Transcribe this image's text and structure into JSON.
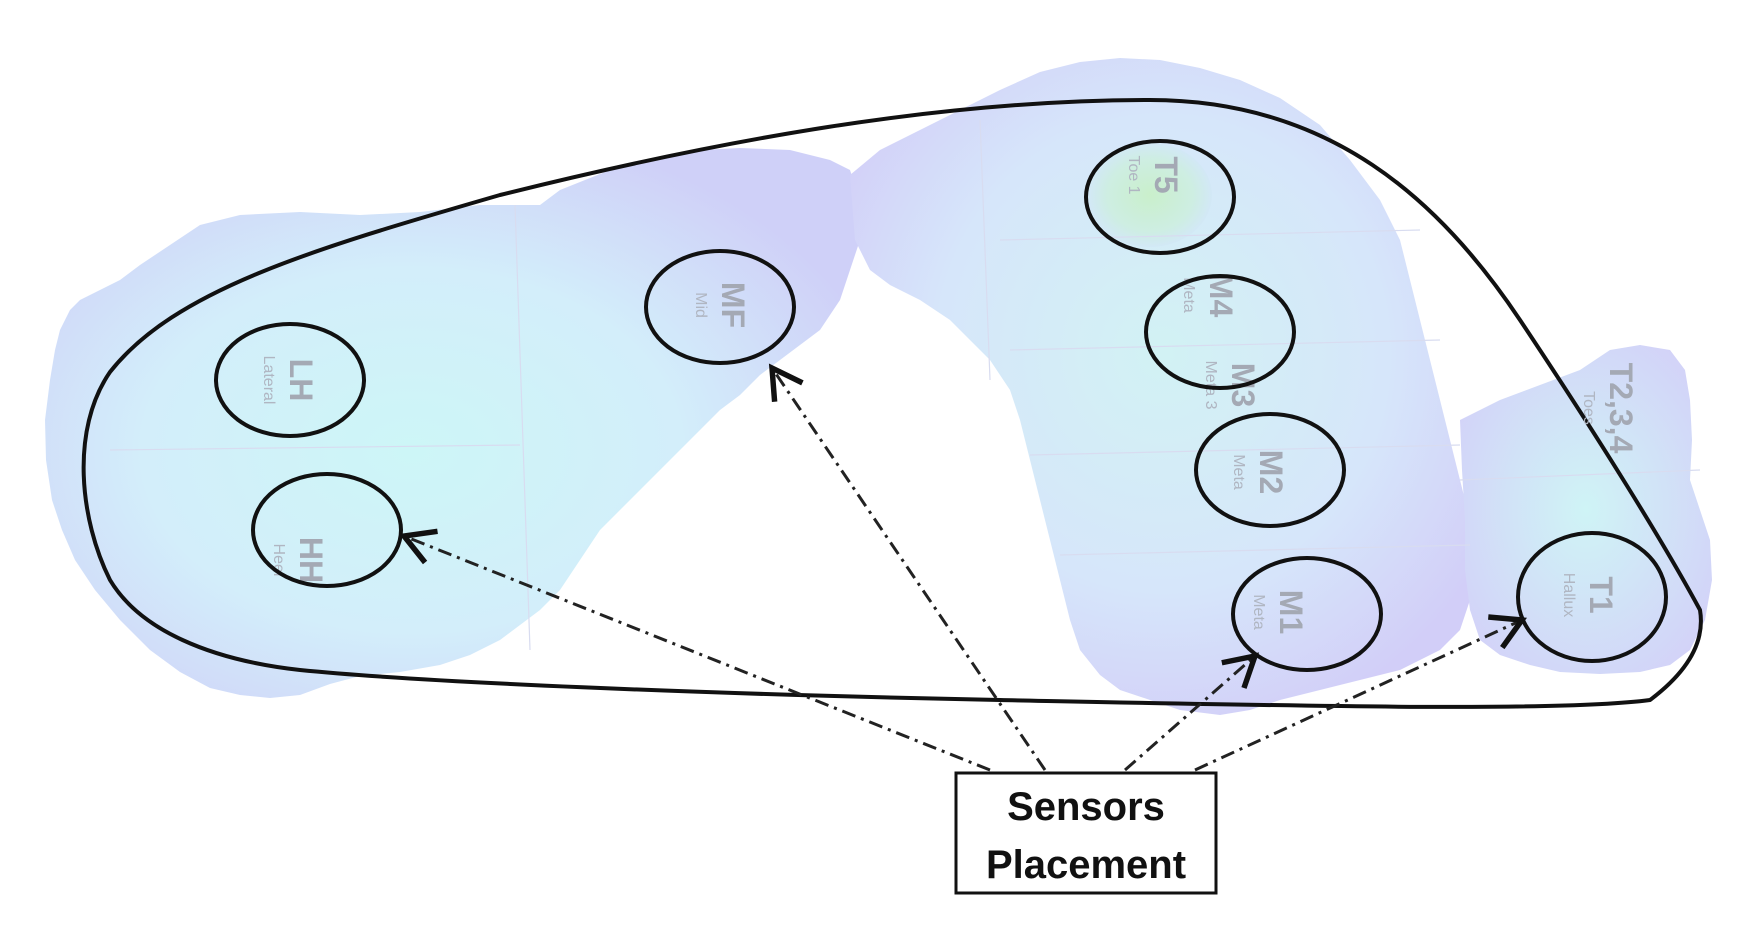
{
  "diagram": {
    "callout": {
      "line1": "Sensors",
      "line2": "Placement"
    },
    "sensors": [
      {
        "id": "LH",
        "label": "LH",
        "sub": "Lateral"
      },
      {
        "id": "HH",
        "label": "HH",
        "sub": "Heel"
      },
      {
        "id": "MF",
        "label": "MF",
        "sub": "Mid"
      },
      {
        "id": "T5",
        "label": "T5",
        "sub": "Toe 1"
      },
      {
        "id": "M4",
        "label": "M4",
        "sub": "Meta"
      },
      {
        "id": "M3",
        "label": "M3",
        "sub": "Meta 3"
      },
      {
        "id": "M2",
        "label": "M2",
        "sub": "Meta"
      },
      {
        "id": "M1",
        "label": "M1",
        "sub": "Meta"
      },
      {
        "id": "T1",
        "label": "T1",
        "sub": "Hallux"
      },
      {
        "id": "T234",
        "label": "T2,3,4",
        "sub": "Toes"
      }
    ],
    "colors": {
      "footprint_outer": "#cfcdf8",
      "footprint_inner": "#cdf4f6",
      "toe_hotspot": "#c6eec8",
      "outline": "#111111"
    }
  }
}
